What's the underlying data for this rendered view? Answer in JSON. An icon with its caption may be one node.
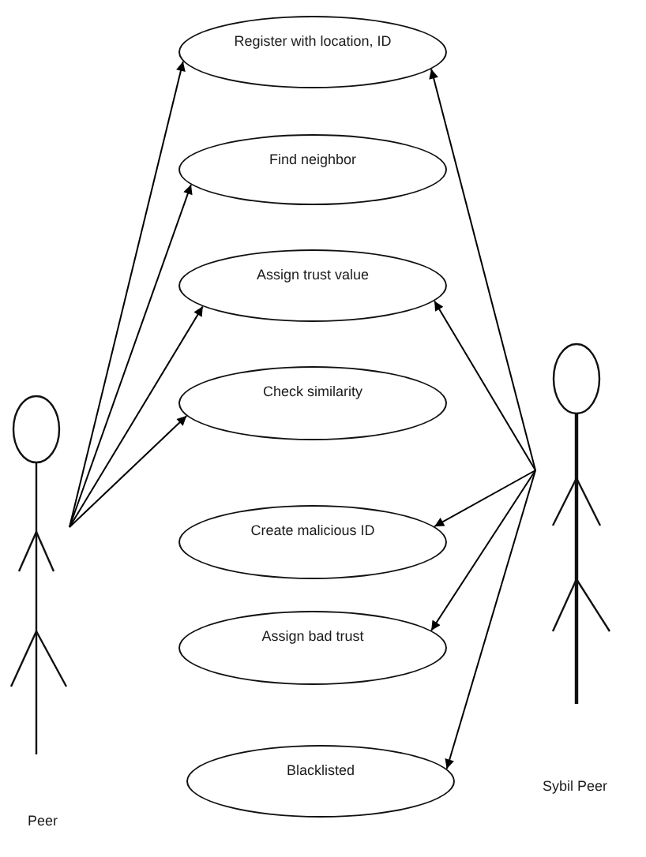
{
  "diagram": {
    "nodes": [
      {
        "text": [
          "Register with location, ID"
        ]
      },
      {
        "text": [
          "Find neighbor"
        ]
      },
      {
        "text": [
          "Assign trust value"
        ]
      },
      {
        "text": [
          "Check similarity"
        ]
      },
      {
        "text": [
          "Create malicious ID"
        ]
      },
      {
        "text": [
          "Assign bad trust"
        ]
      },
      {
        "text": [
          "Blacklisted"
        ]
      },
      {
        "text": [
          "Peer"
        ]
      },
      {
        "text": [
          "Sybil Peer"
        ]
      }
    ],
    "edges": [
      {
        "from": 7,
        "to": 0,
        "arrow": "to"
      },
      {
        "from": 7,
        "to": 1,
        "arrow": "to"
      },
      {
        "from": 7,
        "to": 2,
        "arrow": "to"
      },
      {
        "from": 7,
        "to": 3,
        "arrow": "to"
      },
      {
        "from": 8,
        "to": 0,
        "arrow": "to"
      },
      {
        "from": 8,
        "to": 2,
        "arrow": "to"
      },
      {
        "from": 8,
        "to": 4,
        "arrow": "to"
      },
      {
        "from": 8,
        "to": 5,
        "arrow": "to"
      },
      {
        "from": 8,
        "to": 6,
        "arrow": "to"
      }
    ]
  }
}
